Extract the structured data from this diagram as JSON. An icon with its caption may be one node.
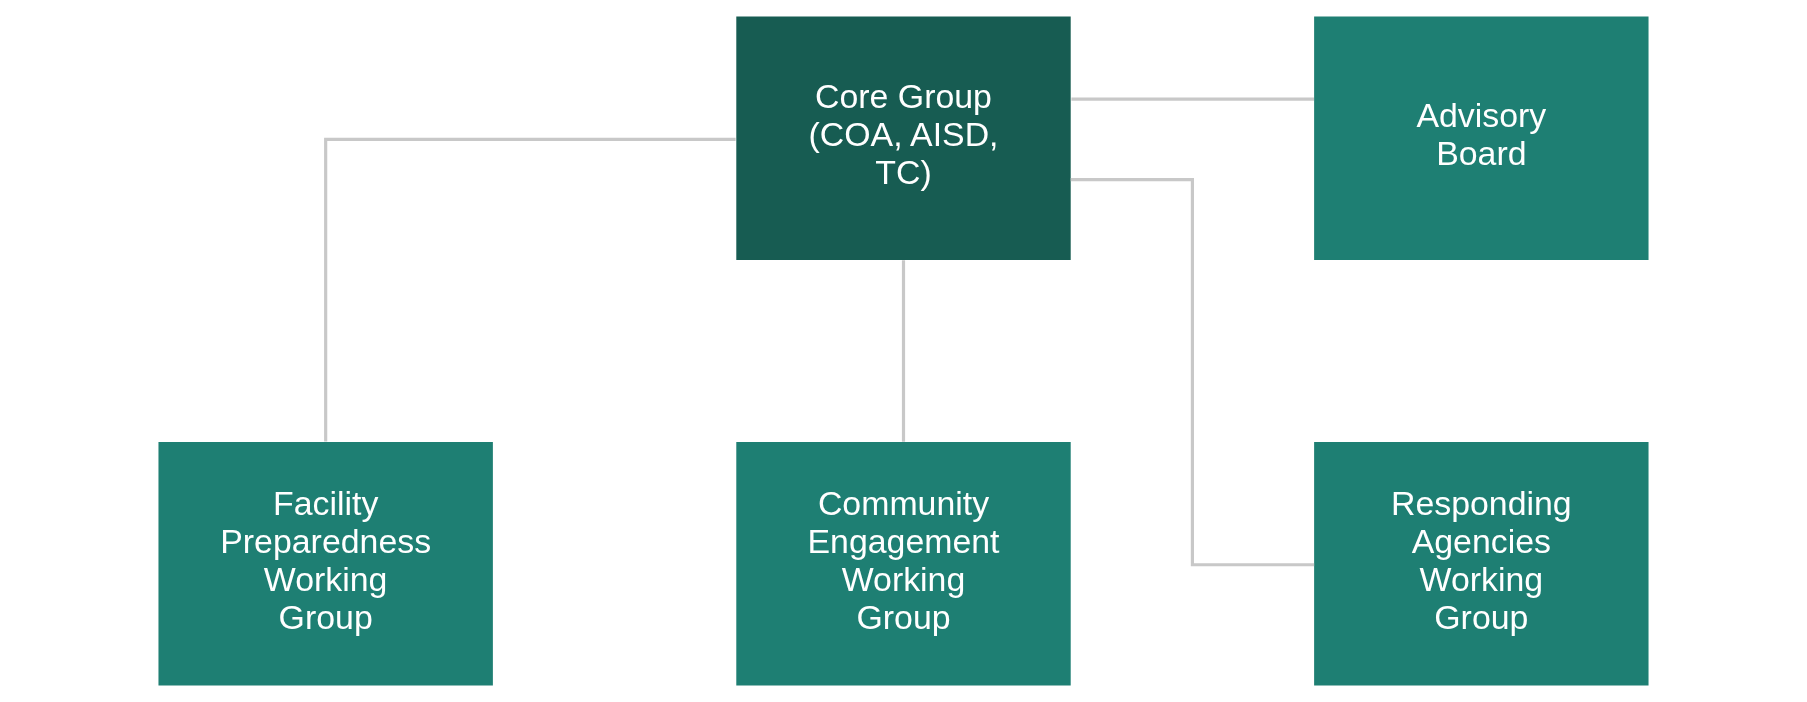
{
  "diagram": {
    "nodes": [
      {
        "text": [
          "Core Group (COA, AISD, TC)"
        ]
      },
      {
        "text": [
          "Advisory Board"
        ]
      },
      {
        "text": [
          "Facility Preparedness Working Group"
        ]
      },
      {
        "text": [
          "Community Engagement Working Group"
        ]
      },
      {
        "text": [
          "Responding Agencies Working Group"
        ]
      }
    ],
    "edges": [
      {
        "from": 0,
        "to": 1,
        "arrow": "none"
      },
      {
        "from": 0,
        "to": 2,
        "arrow": "none"
      },
      {
        "from": 0,
        "to": 3,
        "arrow": "none"
      },
      {
        "from": 0,
        "to": 4,
        "arrow": "none"
      }
    ]
  }
}
